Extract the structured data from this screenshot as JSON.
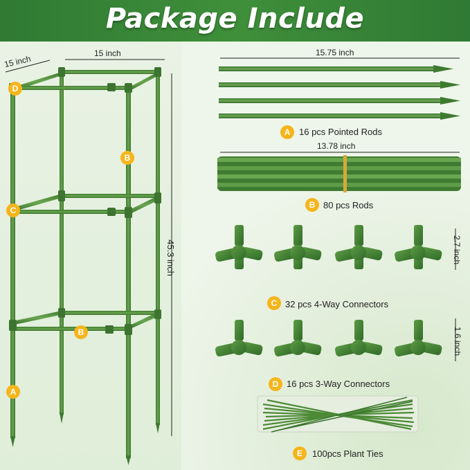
{
  "title": "Package Include",
  "frame": {
    "width_top": "15 inch",
    "depth_side": "15 inch",
    "height": "45.3 inch",
    "labels": {
      "d": "D",
      "b_upper": "B",
      "c": "C",
      "b_lower": "B",
      "a": "A"
    }
  },
  "items": [
    {
      "letter": "A",
      "caption": "16 pcs Pointed Rods",
      "dimension": "15.75 inch"
    },
    {
      "letter": "B",
      "caption": "80 pcs Rods",
      "dimension": "13.78 inch"
    },
    {
      "letter": "C",
      "caption": "32 pcs 4-Way Connectors",
      "dimension": "2.7 inch"
    },
    {
      "letter": "D",
      "caption": "16 pcs 3-Way Connectors",
      "dimension": "1.6 inch"
    },
    {
      "letter": "E",
      "caption": "100pcs Plant Ties"
    }
  ],
  "colors": {
    "banner": "#3a8a38",
    "rod": "#4f8f3c",
    "badge": "#f5b51b"
  }
}
